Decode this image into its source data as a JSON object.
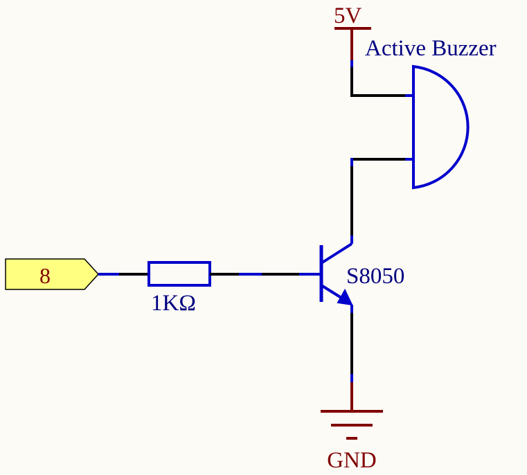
{
  "diagram": {
    "power_label": "5V",
    "buzzer_label": "Active Buzzer",
    "pin_label": "8",
    "resistor_label": "1KΩ",
    "transistor_label": "S8050",
    "ground_label": "GND"
  },
  "colors": {
    "background": "#fdfbf6",
    "wire": "#000000",
    "component": "#0000cc",
    "power_symbol": "#800000",
    "text_blue": "#000080",
    "text_dark_red": "#800000",
    "pin_fill": "#ffff80"
  }
}
